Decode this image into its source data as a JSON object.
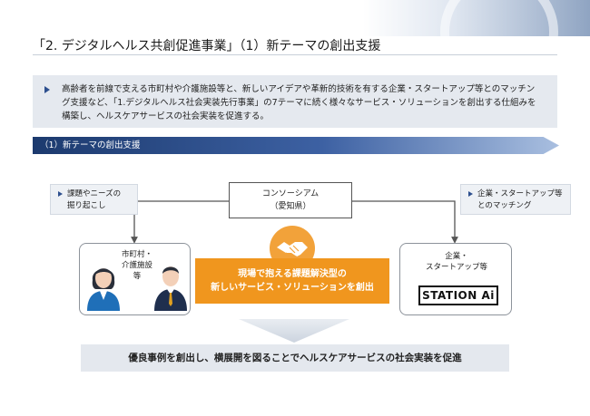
{
  "header": {
    "title": "「2. デジタルヘルス共創促進事業」（1）新テーマの創出支援"
  },
  "intro": {
    "text": "高齢者を前線で支える市町村や介護施設等と、新しいアイデアや革新的技術を有する企業・スタートアップ等とのマッチング支援など、「1.デジタルヘルス社会実装先行事業」の7テーマに続く様々なサービス・ソリューションを創出する仕組みを構築し、ヘルスケアサービスの社会実装を促進する。"
  },
  "section": {
    "title": "（1）新テーマの創出支援"
  },
  "diagram": {
    "consortium_line1": "コンソーシアム",
    "consortium_line2": "（愛知県）",
    "left_note_line1": "課題やニーズの",
    "left_note_line2": "掘り起こし",
    "right_note_line1": "企業・スタートアップ等",
    "right_note_line2": "とのマッチング",
    "left_card_line1": "市町村・",
    "left_card_line2": "介護施設",
    "left_card_line3": "等",
    "right_card_line1": "企業・",
    "right_card_line2": "スタートアップ等",
    "station_logo": "STATION Ai",
    "solution_line1": "現場で抱える課題解決型の",
    "solution_line2": "新しいサービス・ソリューションを創出",
    "bottom_text": "優良事例を創出し、横展開を図ることでヘルスケアサービスの社会実装を促進"
  },
  "colors": {
    "navy": "#1c3a6e",
    "orange": "#f0961e",
    "light_gray": "#e5e9ef"
  },
  "icons": [
    "handshake-icon",
    "female-person-icon",
    "male-person-icon",
    "bullet-triangle-icon"
  ]
}
